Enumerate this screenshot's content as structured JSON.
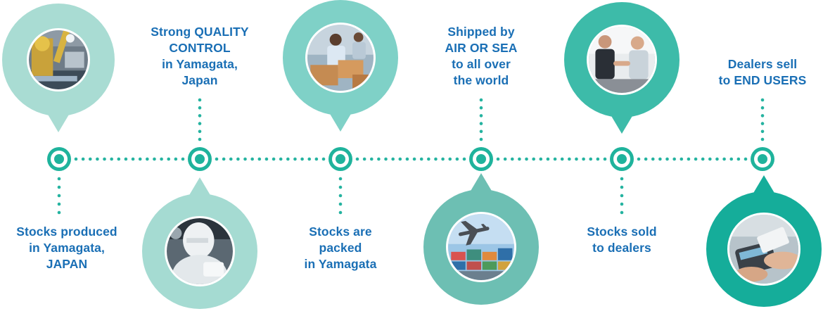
{
  "colors": {
    "text": "#1a6fb5",
    "dots": "#25b3a0",
    "node_ring": "#1fb39c",
    "pins": [
      "#a9dcd3",
      "#a5dbd2",
      "#7fd1c7",
      "#6dbfb3",
      "#3dbba9",
      "#15ad9a"
    ]
  },
  "steps": [
    {
      "caption": [
        "Stocks produced",
        "in Yamagata,",
        "JAPAN"
      ],
      "photo_icon": "factory-robot-arm-photo",
      "pin_position": "top"
    },
    {
      "caption": [
        "Strong QUALITY",
        "CONTROL",
        "in Yamagata,",
        "Japan"
      ],
      "photo_icon": "quality-inspection-worker-photo",
      "pin_position": "bottom"
    },
    {
      "caption": [
        "Stocks are",
        "packed",
        "in Yamagata"
      ],
      "photo_icon": "warehouse-packing-boxes-photo",
      "pin_position": "top"
    },
    {
      "caption": [
        "Shipped by",
        "AIR OR SEA",
        "to all over",
        "the world"
      ],
      "photo_icon": "airplane-over-containers-photo",
      "pin_position": "bottom"
    },
    {
      "caption": [
        "Stocks sold",
        "to dealers"
      ],
      "photo_icon": "business-handshake-photo",
      "pin_position": "top"
    },
    {
      "caption": [
        "Dealers sell",
        "to END USERS"
      ],
      "photo_icon": "card-payment-terminal-photo",
      "pin_position": "bottom"
    }
  ]
}
